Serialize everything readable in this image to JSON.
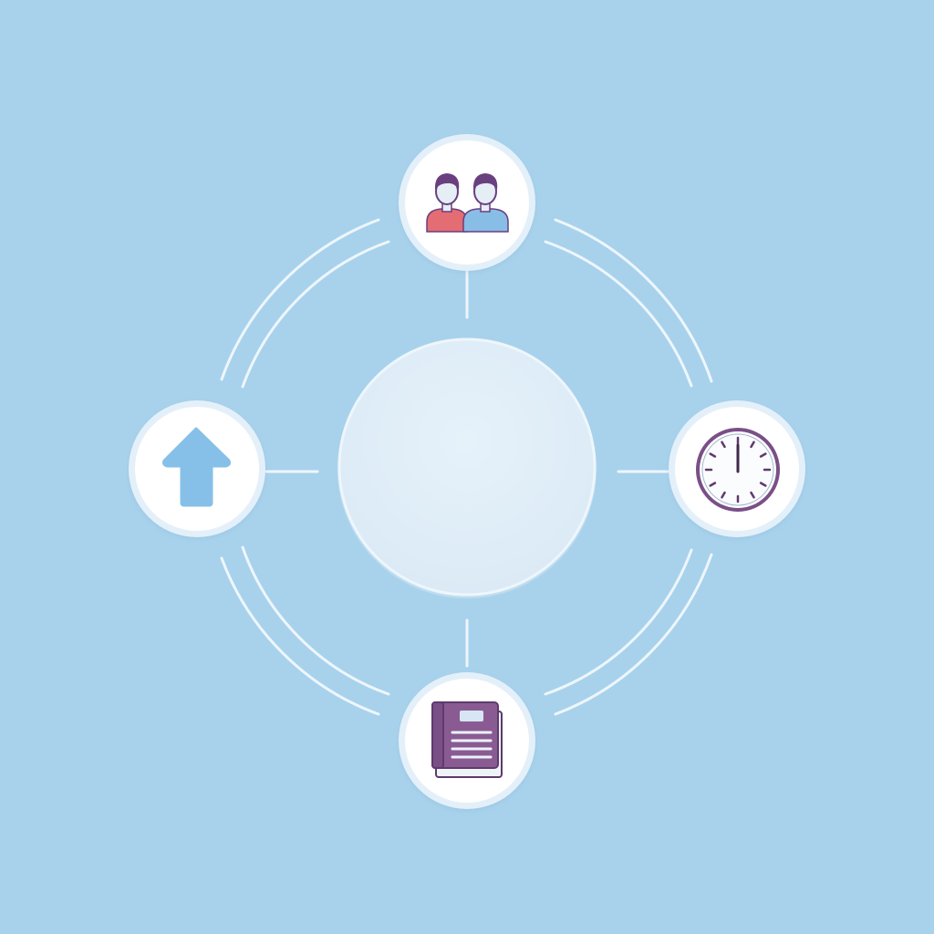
{
  "diagram": {
    "background_color": "#a8d2ec",
    "ring_color": "#f2f8fc",
    "hub": {
      "fill": "#e2eff8",
      "label": ""
    },
    "nodes": [
      {
        "id": "people",
        "icon": "two-people-icon",
        "position": "top"
      },
      {
        "id": "clock",
        "icon": "clock-icon",
        "position": "right"
      },
      {
        "id": "book",
        "icon": "book-icon",
        "position": "bottom"
      },
      {
        "id": "upload",
        "icon": "up-arrow-icon",
        "position": "left"
      }
    ],
    "colors": {
      "node_fill": "#ffffff",
      "node_border": "#e6f1f9",
      "person_left_shirt": "#e46c73",
      "person_right_shirt": "#88bde6",
      "hair": "#6a3f7f",
      "face": "#e5eef5",
      "clock_rim": "#7a4f87",
      "book_cover": "#8a5b93",
      "book_outline": "#5e3a6c",
      "book_label": "#d6e6f4",
      "arrow": "#86c0e8"
    }
  }
}
